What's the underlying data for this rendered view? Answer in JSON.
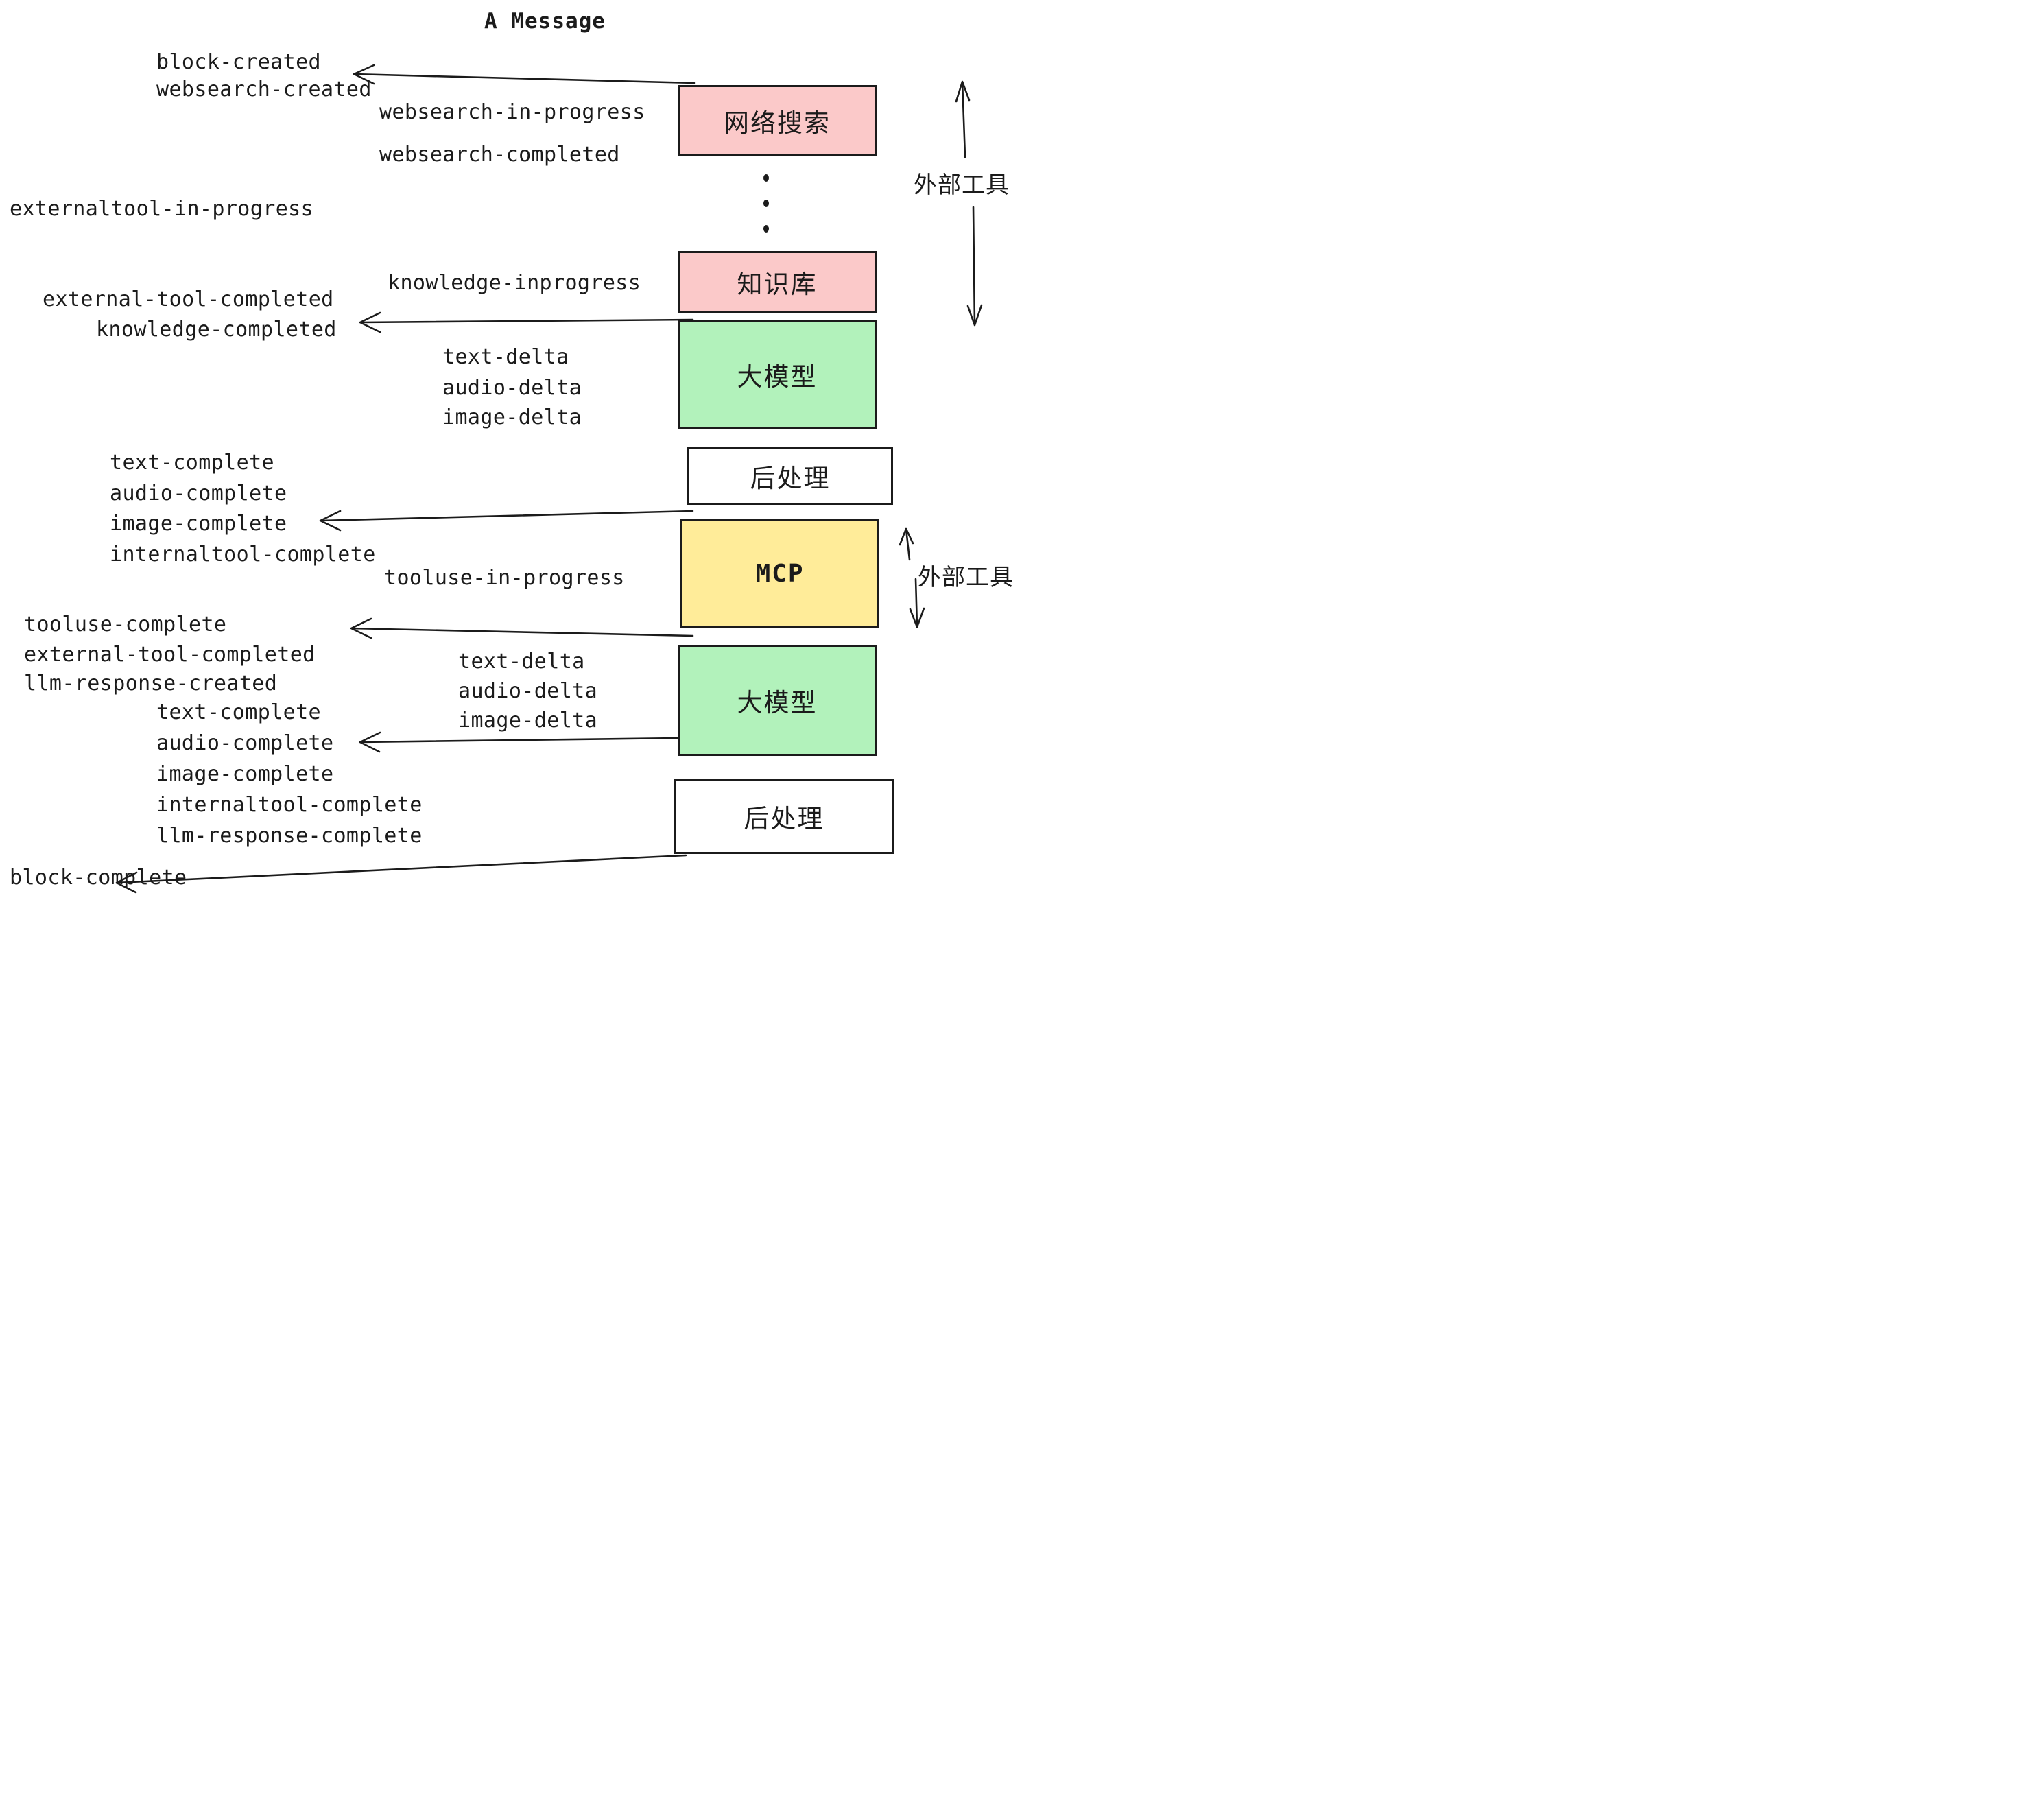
{
  "title": "A Message",
  "colors": {
    "pink": "#fbc9c9",
    "green": "#b2f2bb",
    "yellow": "#ffec99",
    "white": "#ffffff",
    "stroke": "#1b1b1b"
  },
  "boxes": {
    "websearch": "网络搜索",
    "knowledge": "知识库",
    "llm": "大模型",
    "postprocess": "后处理",
    "mcp": "MCP"
  },
  "annotations": {
    "external_tools": "外部工具"
  },
  "events": {
    "block_created": "block-created",
    "websearch_created": "websearch-created",
    "websearch_in_progress": "websearch-in-progress",
    "websearch_completed": "websearch-completed",
    "externaltool_in_progress": "externaltool-in-progress",
    "knowledge_inprogress": "knowledge-inprogress",
    "external_tool_completed": "external-tool-completed",
    "knowledge_completed": "knowledge-completed",
    "text_delta": "text-delta",
    "audio_delta": "audio-delta",
    "image_delta": "image-delta",
    "text_complete": "text-complete",
    "audio_complete": "audio-complete",
    "image_complete": "image-complete",
    "internaltool_complete": "internaltool-complete",
    "tooluse_in_progress": "tooluse-in-progress",
    "tooluse_complete": "tooluse-complete",
    "llm_response_created": "llm-response-created",
    "llm_response_complete": "llm-response-complete",
    "block_complete": "block-complete"
  }
}
